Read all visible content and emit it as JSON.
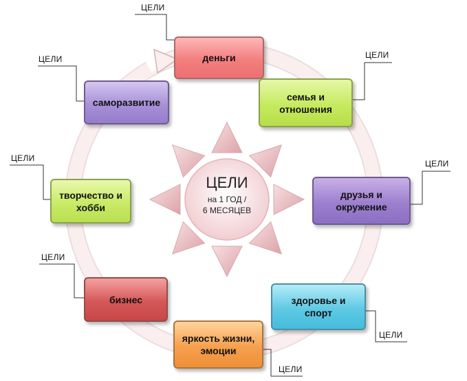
{
  "center": {
    "title": "ЦЕЛИ",
    "line1": "на 1 ГОД /",
    "line2": "6 МЕСЯЦЕВ"
  },
  "nodes": {
    "money": {
      "label": "деньги",
      "callout": "ЦЕЛИ"
    },
    "family": {
      "label": "семья и\nотношения",
      "callout": "ЦЕЛИ"
    },
    "friends": {
      "label": "друзья и\nокружение",
      "callout": "ЦЕЛИ"
    },
    "health": {
      "label": "здоровье и\nспорт",
      "callout": "ЦЕЛИ"
    },
    "bright": {
      "label": "яркость жизни,\nэмоции",
      "callout": "ЦЕЛИ"
    },
    "business": {
      "label": "бизнес",
      "callout": "ЦЕЛИ"
    },
    "art": {
      "label": "творчество и\nхобби",
      "callout": "ЦЕЛИ"
    },
    "self": {
      "label": "саморазвитие",
      "callout": "ЦЕЛИ"
    }
  },
  "colors": {
    "ring": "#f2dcdc",
    "sun_rays": "#e8b9bd",
    "sun_center": "#f3d3d6",
    "money": "#f27f7f",
    "family": "#c6ea5f",
    "friends": "#9d7fcf",
    "health": "#5fc9e4",
    "bright": "#f5a04e",
    "business": "#d45858",
    "art": "#c9ea66",
    "self": "#a891d8"
  }
}
